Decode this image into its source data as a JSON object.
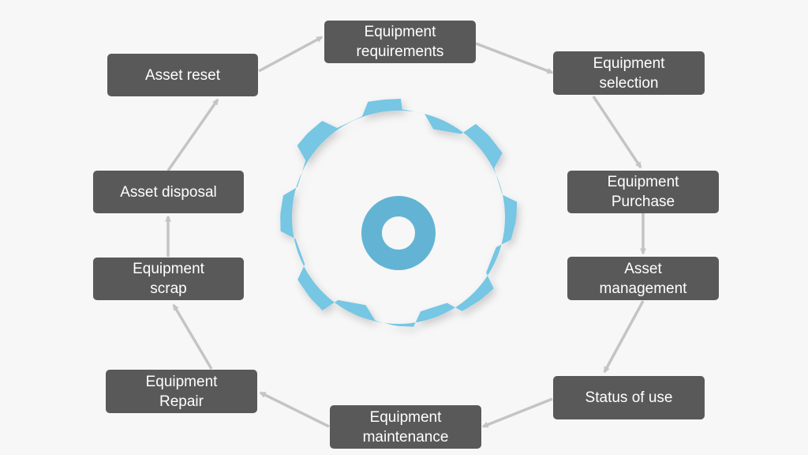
{
  "diagram": {
    "gear_color": "#76c6e4",
    "hub_color": "#63b4d4",
    "node_color": "#595959",
    "arrow_color": "#c4c4c4",
    "nodes": [
      {
        "id": "equipment-requirements",
        "label": "Equipment\nrequirements"
      },
      {
        "id": "equipment-selection",
        "label": "Equipment\nselection"
      },
      {
        "id": "equipment-purchase",
        "label": "Equipment\nPurchase"
      },
      {
        "id": "asset-management",
        "label": "Asset\nmanagement"
      },
      {
        "id": "status-of-use",
        "label": "Status of use"
      },
      {
        "id": "equipment-maintenance",
        "label": "Equipment\nmaintenance"
      },
      {
        "id": "equipment-repair",
        "label": "Equipment\nRepair"
      },
      {
        "id": "equipment-scrap",
        "label": "Equipment\nscrap"
      },
      {
        "id": "asset-disposal",
        "label": "Asset disposal"
      },
      {
        "id": "asset-reset",
        "label": "Asset reset"
      }
    ]
  }
}
